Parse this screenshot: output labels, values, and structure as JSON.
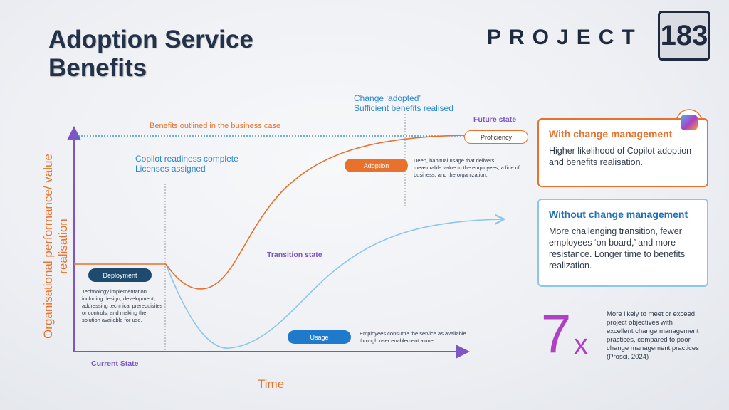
{
  "slide": {
    "title": "Adoption Service Benefits",
    "logo": {
      "text": "PROJECT",
      "number": "183"
    }
  },
  "diagram": {
    "y_axis_label": "Organisational performance/ value realisation",
    "x_axis_label": "Time",
    "benefits_line_label": "Benefits outlined in the business case",
    "change_adopted": "Change ‘adopted’",
    "sufficient_benefits": "Sufficient benefits realised",
    "copilot_readiness": "Copilot readiness complete",
    "licenses": "Licenses assigned",
    "future_state": "Future state",
    "transition_state": "Transition state",
    "current_state": "Current State",
    "proficiency": "Proficiency",
    "adoption": {
      "label": "Adoption",
      "description": "Deep, habitual usage that delivers measurable value to the employees, a line of business, and the organization."
    },
    "deployment": {
      "label": "Deployment",
      "description": "Technology implementation including design, development, addressing technical prerequisites or controls, and making the solution available for use."
    },
    "usage": {
      "label": "Usage",
      "description": "Employees consume the service as available through user enablement alone."
    }
  },
  "with_change": {
    "heading": "With change management",
    "body": "Higher likelihood of Copilot adoption and benefits realisation."
  },
  "without_change": {
    "heading": "Without change management",
    "body": "More challenging transition, fewer employees ‘on board,’ and more resistance. Longer time to benefits realization."
  },
  "stat": {
    "number": "7",
    "suffix": "x",
    "text": "More likely to meet or exceed project objectives with excellent change management practices, compared to poor change management practices (Prosci, 2024)"
  },
  "colors": {
    "orange": "#e8722c",
    "blue": "#2b86d0",
    "light_blue": "#8ec6e8",
    "purple": "#7d56c4",
    "navy": "#233149",
    "magenta": "#b13fc4"
  }
}
